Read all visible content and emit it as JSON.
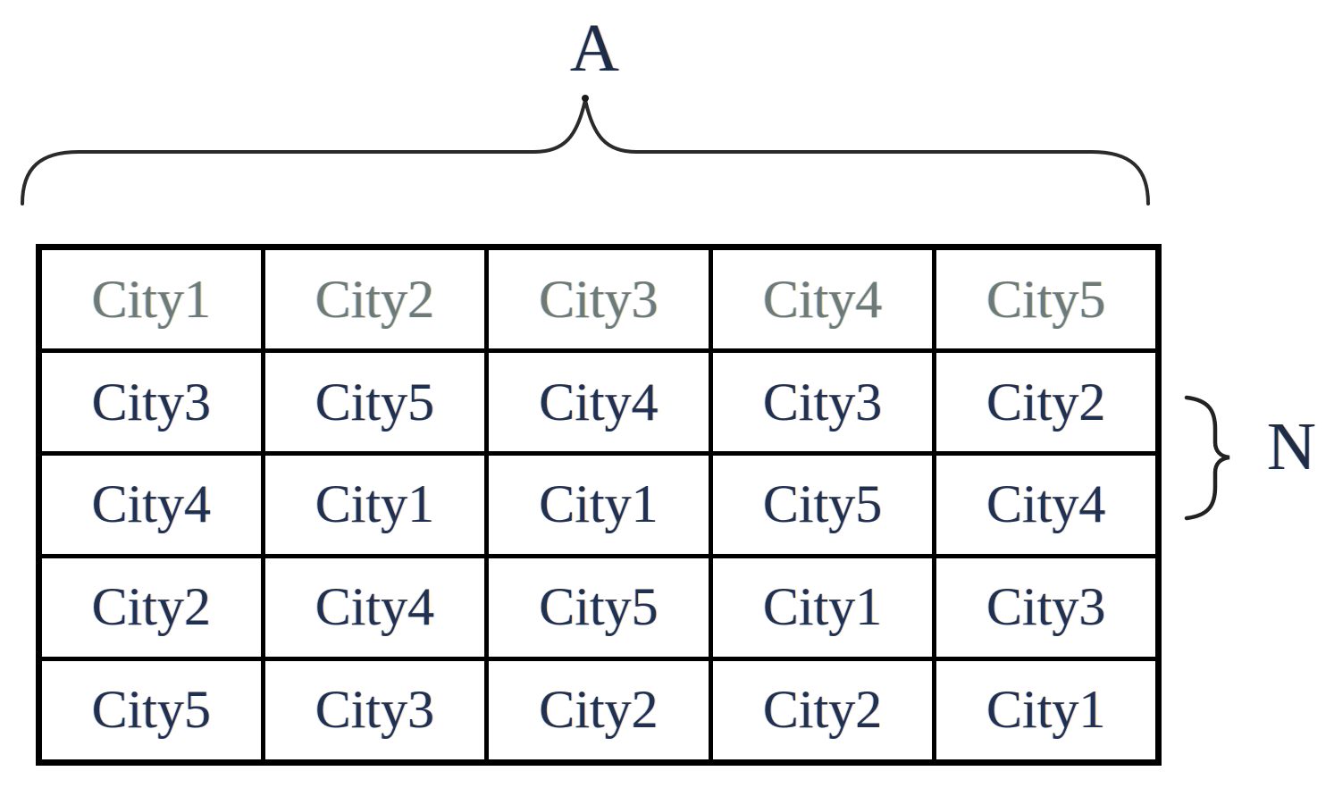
{
  "figure": {
    "top_label": "A",
    "right_label": "N"
  },
  "table": {
    "rows": [
      [
        "City1",
        "City2",
        "City3",
        "City4",
        "City5"
      ],
      [
        "City3",
        "City5",
        "City4",
        "City3",
        "City2"
      ],
      [
        "City4",
        "City1",
        "City1",
        "City5",
        "City4"
      ],
      [
        "City2",
        "City4",
        "City5",
        "City1",
        "City3"
      ],
      [
        "City5",
        "City3",
        "City2",
        "City2",
        "City1"
      ]
    ]
  },
  "colors": {
    "background": "#ffffff",
    "table_border": "#000000",
    "header_text": "#6d7a78",
    "body_text": "#223050",
    "label_text": "#1f2c46",
    "brace_stroke": "#2a2a2a"
  }
}
